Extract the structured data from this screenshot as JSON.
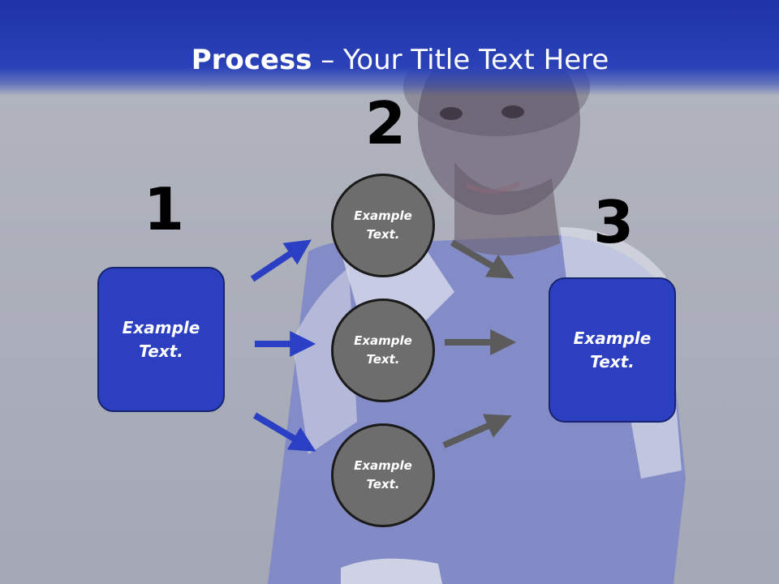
{
  "title": {
    "strong": "Process",
    "rest": " – Your Title Text Here"
  },
  "steps": [
    {
      "number": "1",
      "box_text": "Example\nText."
    },
    {
      "number": "2",
      "circles": [
        "Example\nText.",
        "Example\nText.",
        "Example\nText."
      ]
    },
    {
      "number": "3",
      "box_text": "Example\nText."
    }
  ],
  "colors": {
    "header_blue": "#2a41b8",
    "box_blue": "#2b3fc0",
    "circle_gray": "#6d6d6d",
    "arrow_blue": "#2a3fc4",
    "arrow_gray": "#5b5b5b"
  }
}
